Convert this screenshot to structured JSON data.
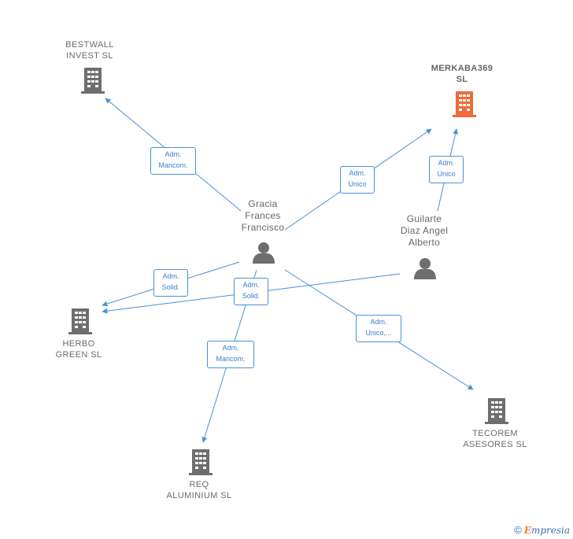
{
  "colors": {
    "edge": "#4a90d9",
    "building": "#6e6e6e",
    "highlight_building": "#f06a3a",
    "person": "#6e6e6e"
  },
  "nodes": {
    "bestwall": {
      "label": "BESTWALL\nINVEST SL",
      "icon": "building-icon"
    },
    "merkaba": {
      "label": "MERKABA369\nSL",
      "icon": "building-icon"
    },
    "gracia": {
      "label": "Gracia\nFrances\nFrancisco",
      "icon": "person-icon"
    },
    "guilarte": {
      "label": "Guilarte\nDiaz Angel\nAlberto",
      "icon": "person-icon"
    },
    "herbo": {
      "label": "HERBO\nGREEN SL",
      "icon": "building-icon"
    },
    "tecorem": {
      "label": "TECOREM\nASESORES SL",
      "icon": "building-icon"
    },
    "req": {
      "label": "REQ\nALUMINIUM SL",
      "icon": "building-icon"
    }
  },
  "edges": {
    "gracia_bestwall": "Adm.\nMancom.",
    "gracia_merkaba": "Adm.\nUnico",
    "guilarte_merkaba": "Adm.\nUnico",
    "gracia_herbo": "Adm.\nSolid.",
    "guilarte_herbo": "Adm.\nSolid.",
    "gracia_req": "Adm.\nMancom.",
    "gracia_tecorem": "Adm.\nUnico,..."
  },
  "footer": {
    "copyright": "©",
    "brand_initial": "E",
    "brand_rest": "mpresia"
  }
}
